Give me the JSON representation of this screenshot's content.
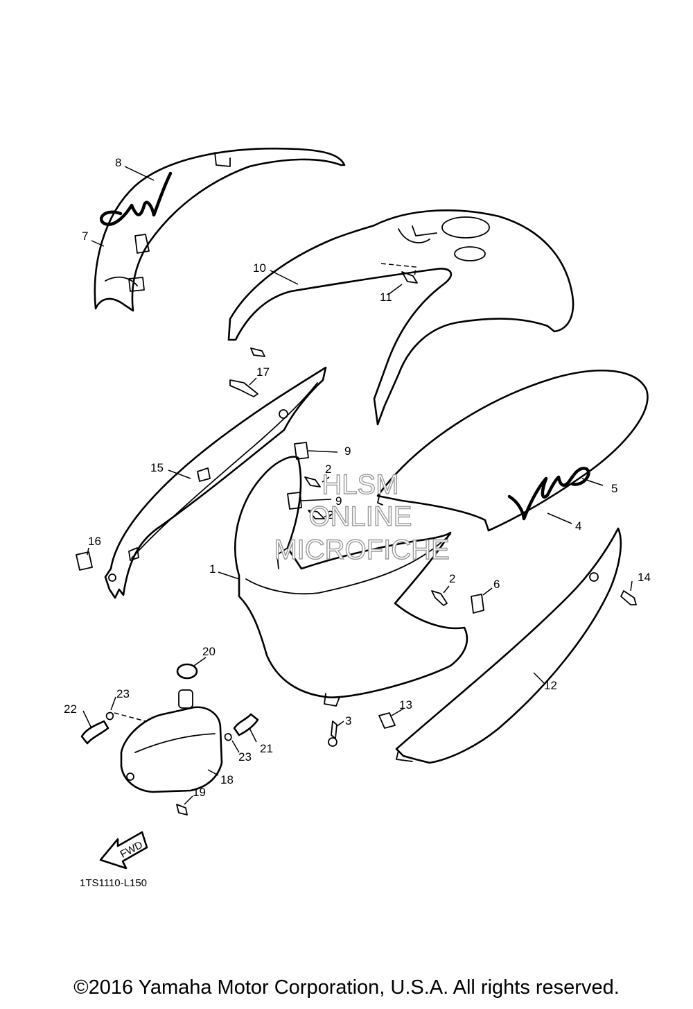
{
  "callouts": [
    "1",
    "2",
    "2",
    "2",
    "3",
    "4",
    "5",
    "6",
    "7",
    "8",
    "9",
    "9",
    "10",
    "11",
    "12",
    "13",
    "14",
    "15",
    "16",
    "17",
    "18",
    "19",
    "20",
    "21",
    "22",
    "23",
    "23"
  ],
  "watermark": {
    "line1": "HLSM",
    "line2": "ONLINE",
    "line3": "MICROFICHE"
  },
  "diagram_code": "1TS1110-L150",
  "fwd_label": "FWD",
  "copyright": "©2016 Yamaha Motor Corporation, U.S.A. All rights reserved."
}
